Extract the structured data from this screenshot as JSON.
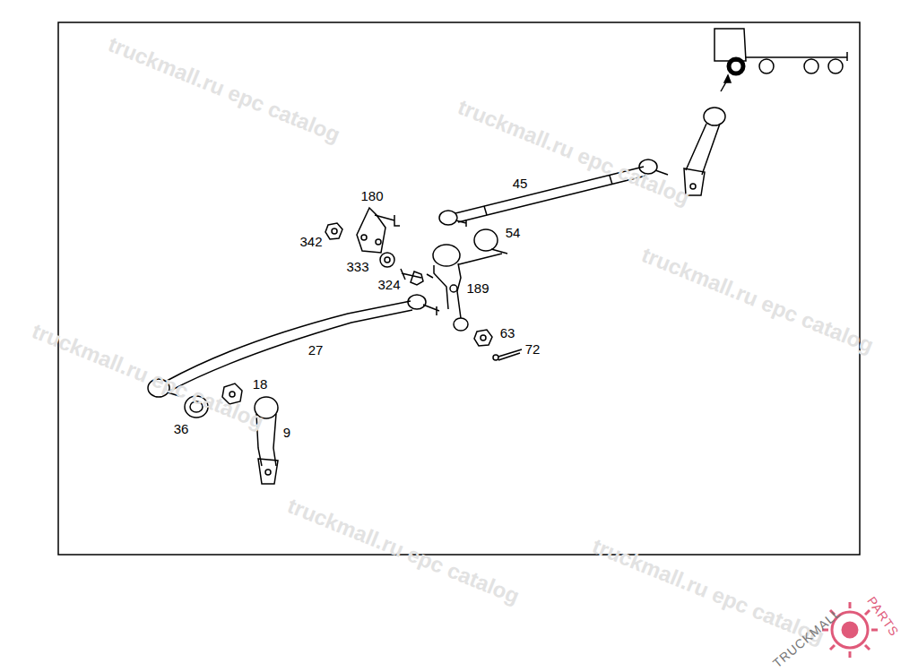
{
  "diagram": {
    "labels": [
      "180",
      "342",
      "333",
      "324",
      "45",
      "54",
      "189",
      "63",
      "72",
      "27",
      "36",
      "18",
      "9",
      "truckmall.ru epc catalog",
      "truckmall.ru epc catalog",
      "truckmall.ru epc catalog",
      "truckmall.ru epc catalog",
      "truckmall.ru epc catalog",
      "truckmall.ru epc catalog",
      "TRUCKMALL",
      "PARTS"
    ]
  }
}
